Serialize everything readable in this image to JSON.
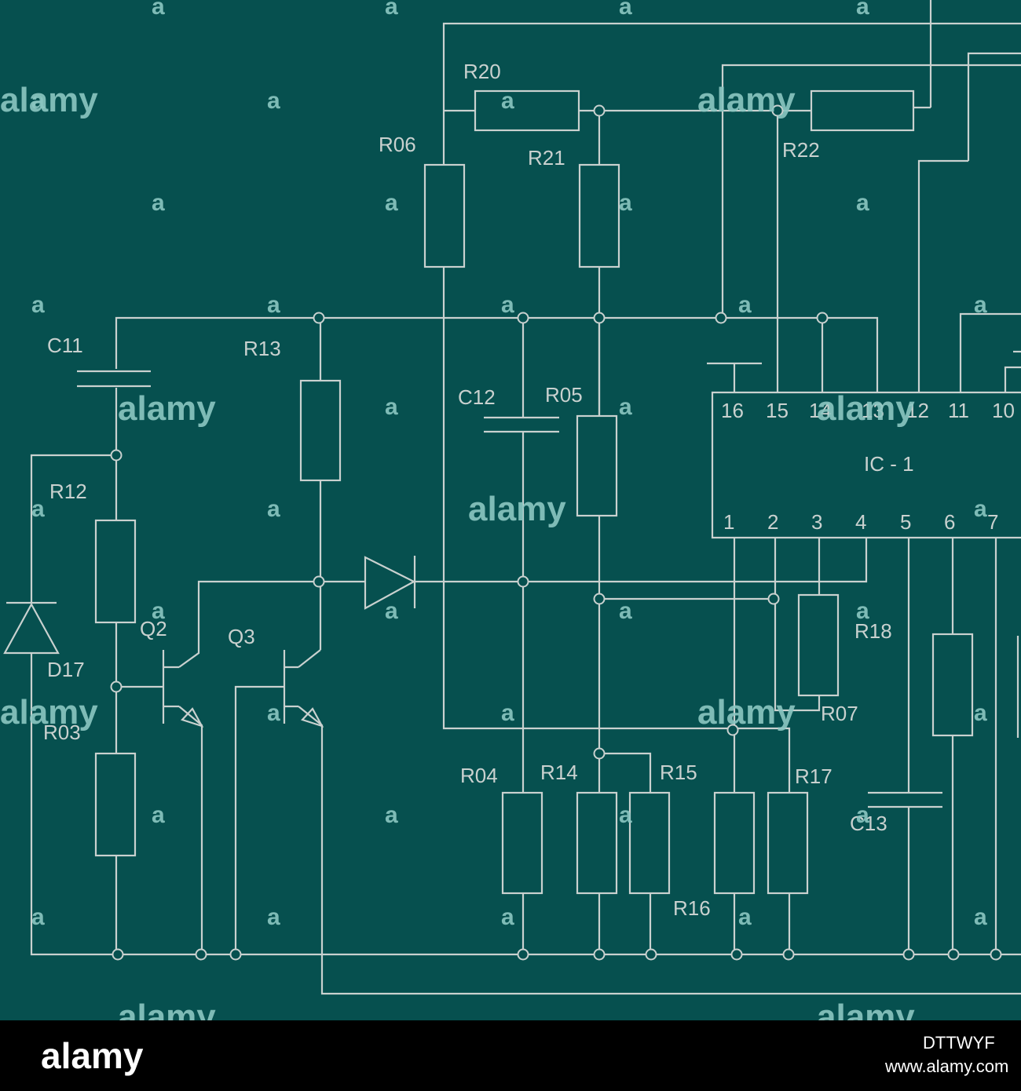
{
  "colors": {
    "background": "#06504f",
    "line": "#c9d1cf",
    "footer": "#000000",
    "watermark": "#8cc7c2"
  },
  "labels": {
    "R20": "R20",
    "R06": "R06",
    "R21": "R21",
    "R22": "R22",
    "C11": "C11",
    "R13": "R13",
    "C12": "C12",
    "R05": "R05",
    "R12": "R12",
    "Q2": "Q2",
    "Q3": "Q3",
    "D17": "D17",
    "R03": "R03",
    "R18": "R18",
    "R07": "R07",
    "R04": "R04",
    "R14": "R14",
    "R15": "R15",
    "R17": "R17",
    "R16": "R16",
    "C13": "C13",
    "IC": "IC - 1"
  },
  "ic_pins_top": [
    "16",
    "15",
    "14",
    "13",
    "12",
    "11",
    "10"
  ],
  "ic_pins_bottom": [
    "1",
    "2",
    "3",
    "4",
    "5",
    "6",
    "7"
  ],
  "watermark": {
    "brand": "alamy",
    "small": "a"
  },
  "footer": {
    "logo": "alamy",
    "image_id": "DTTWYF",
    "url": "www.alamy.com"
  }
}
